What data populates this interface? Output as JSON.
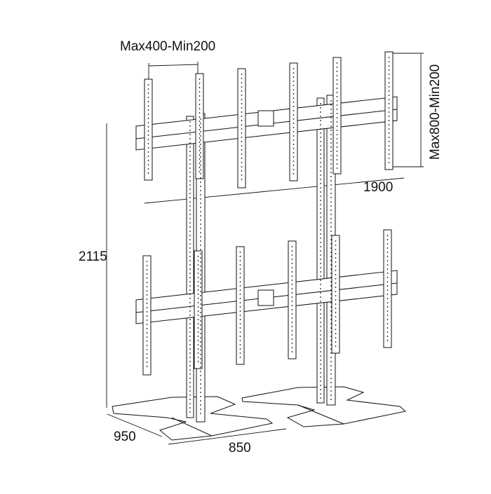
{
  "labels": {
    "bracket_width": "Max400-Min200",
    "bracket_height": "Max800-Min200",
    "total_width": "1900",
    "total_height": "2115",
    "base_depth": "950",
    "base_width": "850"
  },
  "colors": {
    "line": "#111111",
    "fill": "#ffffff",
    "shade": "#dcdcdc"
  }
}
